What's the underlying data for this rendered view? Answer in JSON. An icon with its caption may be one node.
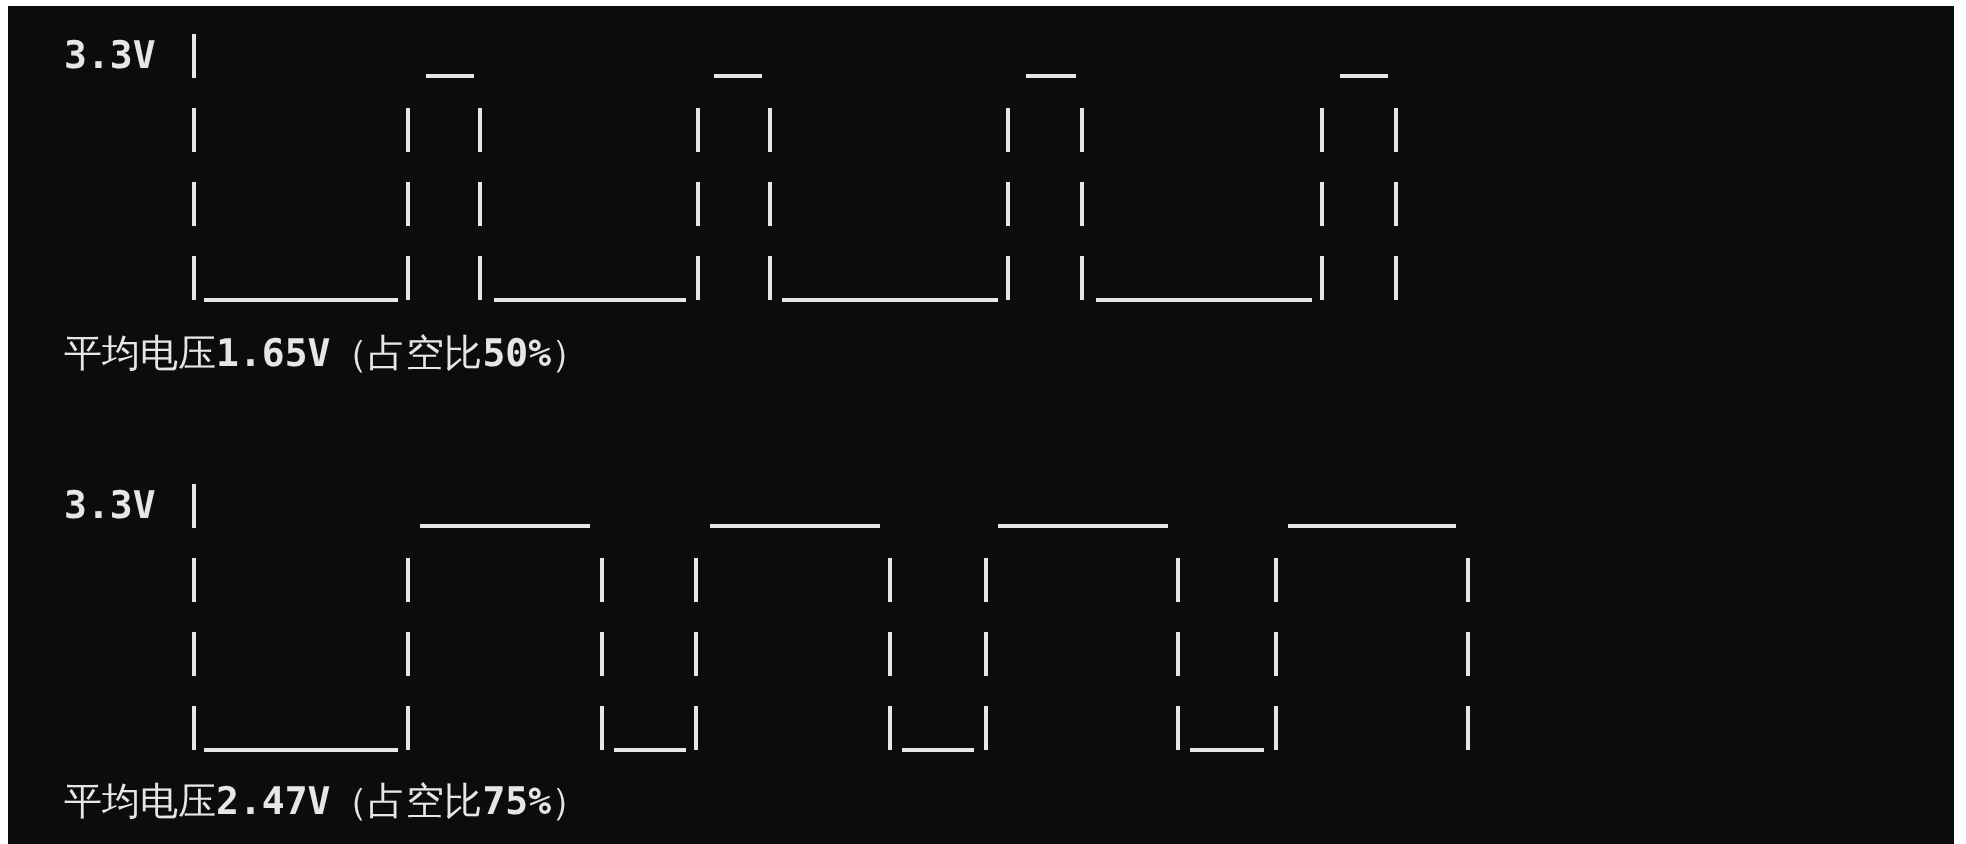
{
  "diagram": {
    "labels": [
      "3.3V",
      "平均电压**1.65V**（占空比**50%**）",
      "3.3V",
      "平均电压**2.47V**（占空比**75%**）"
    ]
  }
}
